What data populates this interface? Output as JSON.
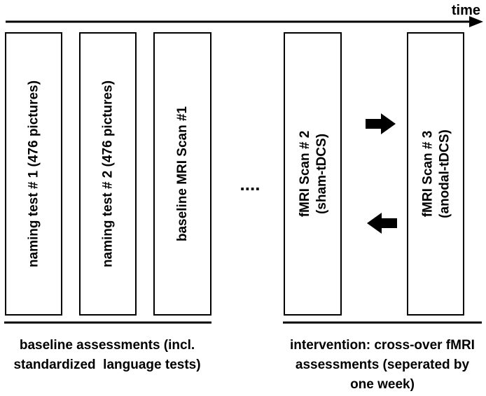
{
  "timeline": {
    "label": "time"
  },
  "boxes": [
    {
      "lines": [
        "naming test # 1 (476 pictures)"
      ]
    },
    {
      "lines": [
        "naming test # 2 (476 pictures)"
      ]
    },
    {
      "lines": [
        "baseline MRI Scan #1"
      ]
    },
    {
      "lines": [
        "fMRI Scan # 2",
        "(sham-tDCS)"
      ]
    },
    {
      "lines": [
        "fMRI Scan # 3",
        "(anodal-tDCS)"
      ]
    }
  ],
  "ellipsis": "....",
  "captions": {
    "left": [
      "baseline assessments (incl.",
      "standardized  language tests)"
    ],
    "right": [
      "intervention: cross-over fMRI",
      "assessments (seperated by",
      "one week)"
    ]
  }
}
